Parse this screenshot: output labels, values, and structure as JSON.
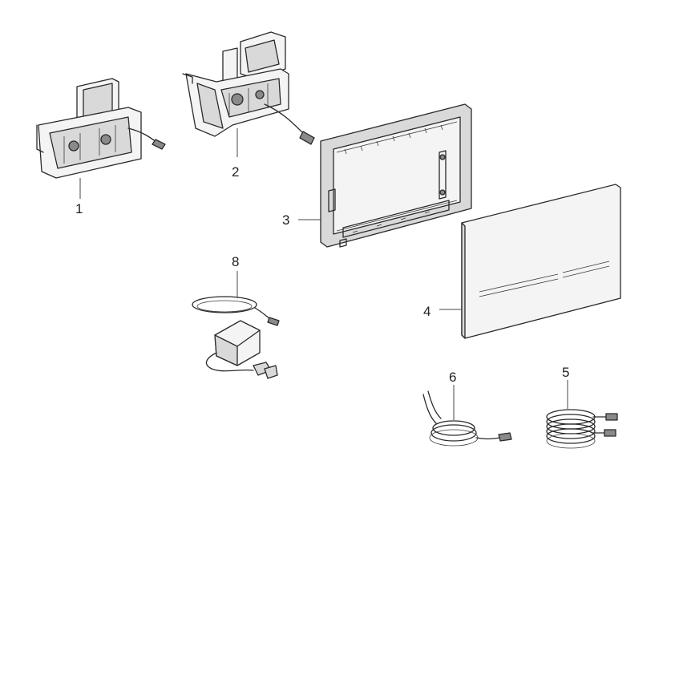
{
  "diagram": {
    "callouts": [
      {
        "id": "part-1",
        "label": "1"
      },
      {
        "id": "part-2",
        "label": "2"
      },
      {
        "id": "part-3",
        "label": "3"
      },
      {
        "id": "part-4",
        "label": "4"
      },
      {
        "id": "part-5",
        "label": "5"
      },
      {
        "id": "part-6",
        "label": "6"
      },
      {
        "id": "part-8",
        "label": "8"
      }
    ]
  }
}
